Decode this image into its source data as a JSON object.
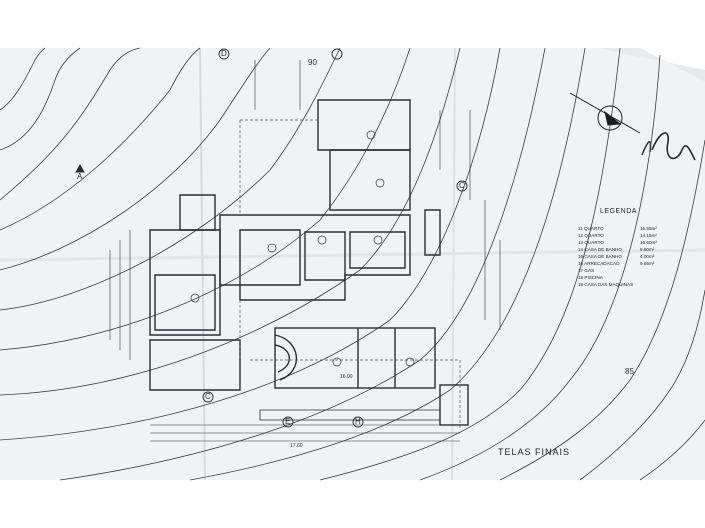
{
  "drawing": {
    "sheet_color": "#f4f4f5",
    "ink_color": "#2b2d33",
    "legend": {
      "title": "LEGENDA",
      "rows": [
        {
          "label": "11 QUARTO",
          "area": "16.55m²"
        },
        {
          "label": "12 QUARTO",
          "area": "14.15m²"
        },
        {
          "label": "13 QUARTO",
          "area": "16.60m²"
        },
        {
          "label": "14 CASA DE BANHO",
          "area": "5.60m²"
        },
        {
          "label": "15 CASA DE BANHO",
          "area": "4.00m²"
        },
        {
          "label": "16 ARRECADACAO",
          "area": "9.65m²"
        },
        {
          "label": "17 GAS",
          "area": ""
        },
        {
          "label": "18 PISCINA",
          "area": ""
        },
        {
          "label": "19 CASA DAS MAQUINAS",
          "area": ""
        }
      ]
    },
    "section_markers": [
      "D",
      "C",
      "A",
      "C",
      "E",
      "H"
    ],
    "contour_labels": [
      "90",
      "85"
    ],
    "title_block": "TELAS FINAIS",
    "pool_length": "16.00",
    "dimension_total": "17.60"
  }
}
